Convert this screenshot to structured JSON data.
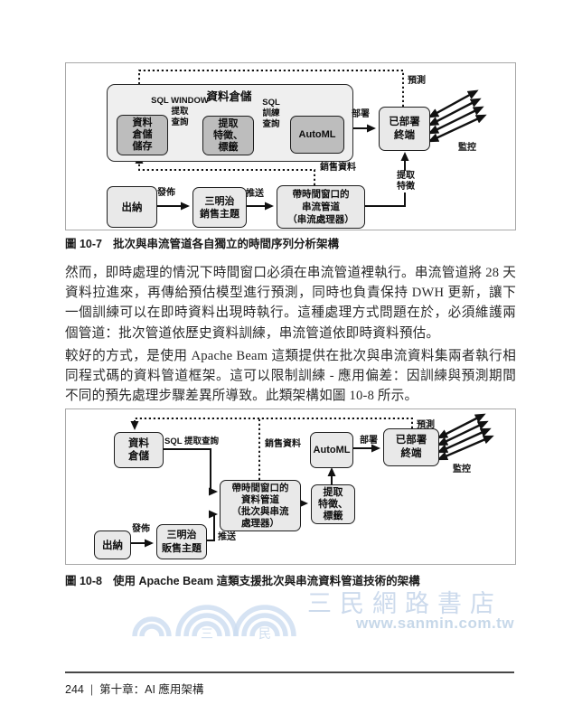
{
  "figure7": {
    "caption": {
      "label": "圖 10-7",
      "text": "批次與串流管道各自獨立的時間序列分析架構"
    },
    "warehouse_title": "資料倉儲",
    "boxes": {
      "store": "資料\n倉儲\n儲存",
      "extract": "提取\n特徵、\n標籤",
      "automl": "AutoML",
      "endpoint": "已部署\n終端",
      "cashier": "出納",
      "topic": "三明治\n銷售主題",
      "stream": "帶時間窗口的\n串流管道\n（串流處理器）"
    },
    "labels": {
      "sql_window": "SQL WINDOW\n提取\n查詢",
      "sql_train": "SQL\n訓練\n查詢",
      "deploy": "部署",
      "predict": "預測",
      "monitor": "監控",
      "publish": "發佈",
      "push": "推送",
      "sales_data": "銷售資料",
      "extract_features": "提取\n特徵"
    }
  },
  "paragraphs": {
    "p1": "然而，即時處理的情況下時間窗口必須在串流管道裡執行。串流管道將 28 天資料拉進來，再傳給預估模型進行預測，同時也負責保持 DWH 更新，讓下一個訓練可以在即時資料出現時執行。這種處理方式問題在於，必須維護兩個管道：批次管道依歷史資料訓練，串流管道依即時資料預估。",
    "p2": "較好的方式，是使用 Apache Beam 這類提供在批次與串流資料集兩者執行相同程式碼的資料管道框架。這可以限制訓練 - 應用偏差：因訓練與預測期間不同的預先處理步驟差異所導致。此類架構如圖 10-8 所示。"
  },
  "figure8": {
    "caption": {
      "label": "圖 10-8",
      "text": "使用 Apache Beam 這類支援批次與串流資料管道技術的架構"
    },
    "boxes": {
      "warehouse": "資料\n倉儲",
      "pipeline": "帶時間窗口的\n資料管道\n（批次與串流\n處理器）",
      "automl": "AutoML",
      "extract": "提取\n特徵、\n標籤",
      "endpoint": "已部署\n終端",
      "cashier": "出納",
      "topic": "三明治\n販售主題"
    },
    "labels": {
      "sql_query": "SQL 提取查詢",
      "sales_data": "銷售資料",
      "deploy": "部署",
      "predict": "預測",
      "monitor": "監控",
      "publish": "發佈",
      "push": "推送"
    }
  },
  "watermark": {
    "store_name": "三民網路書店",
    "url": "www.sanmin.com.tw",
    "logo_char_1": "三",
    "logo_char_2": "民",
    "color": "#ccdcf0"
  },
  "footer": {
    "page_number": "244",
    "separator": "|",
    "chapter": "第十章：AI 應用架構"
  }
}
